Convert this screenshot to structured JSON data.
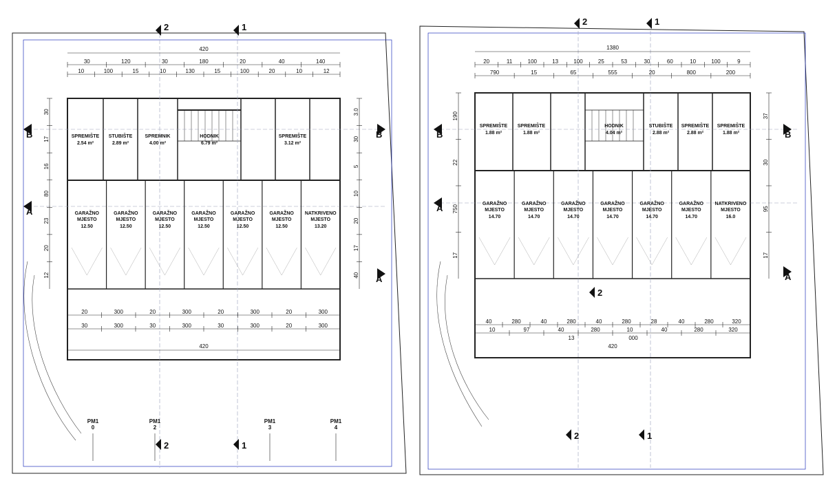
{
  "colors": {
    "line": "#222222",
    "blue": "#2233bb",
    "paper": "#ffffff",
    "grid": "#9aa0b8"
  },
  "left_plan": {
    "overall_width": "420",
    "dims_top_1": [
      "10",
      "100",
      "15",
      "10",
      "130",
      "15",
      "100",
      "20",
      "10",
      "12"
    ],
    "dims_top_2": [
      "30",
      "120",
      "30",
      "180",
      "20",
      "40",
      "140"
    ],
    "dims_left": [
      "30",
      "17",
      "16",
      "80",
      "23",
      "20",
      "12"
    ],
    "dims_right": [
      "3.0",
      "30",
      "5",
      "10",
      "20",
      "17",
      "40"
    ],
    "top_rooms": [
      {
        "name": "SPREMIŠTE",
        "area": "2.54 m²"
      },
      {
        "name": "STUBIŠTE",
        "area": "2.89 m²"
      },
      {
        "name": "SPREMNIK",
        "area": "4.00 m²"
      },
      {
        "name": "HODNIK",
        "area": "6.79 m²"
      },
      {
        "name": "SPREMIŠTE",
        "area": "3.12 m²"
      }
    ],
    "bays": [
      {
        "name": "GARAŽNO",
        "sub": "MJESTO",
        "area": "12.50"
      },
      {
        "name": "GARAŽNO",
        "sub": "MJESTO",
        "area": "12.50"
      },
      {
        "name": "GARAŽNO",
        "sub": "MJESTO",
        "area": "12.50"
      },
      {
        "name": "GARAŽNO",
        "sub": "MJESTO",
        "area": "12.50"
      },
      {
        "name": "GARAŽNO",
        "sub": "MJESTO",
        "area": "12.50"
      },
      {
        "name": "GARAŽNO",
        "sub": "MJESTO",
        "area": "12.50"
      },
      {
        "name": "NATKRIVENO",
        "sub": "MJESTO",
        "area": "13.20"
      }
    ],
    "dims_bottom_1": [
      "20",
      "300",
      "20",
      "300",
      "20",
      "300",
      "20",
      "300"
    ],
    "dims_bottom_2": [
      "30",
      "300",
      "30",
      "300",
      "30",
      "300",
      "20",
      "300"
    ],
    "bottom_total": "420",
    "pm_labels": [
      "PM1",
      "PM1",
      "PM1",
      "PM1"
    ],
    "pm_numbers": [
      "0",
      "2",
      "3",
      "4"
    ]
  },
  "right_plan": {
    "overall_width": "1380",
    "dims_top_1": [
      "20",
      "11",
      "100",
      "13",
      "100",
      "25",
      "53",
      "30",
      "60",
      "10",
      "100",
      "9"
    ],
    "dims_top_2": [
      "790",
      "15",
      "65",
      "555",
      "20",
      "800",
      "200"
    ],
    "top_rooms": [
      {
        "name": "SPREMIŠTE",
        "area": "1.88 m²"
      },
      {
        "name": "SPREMIŠTE",
        "area": "1.88 m²"
      },
      {
        "name": "HODNIK",
        "area": "4.04 m²"
      },
      {
        "name": "STUBIŠTE",
        "area": "2.88 m²"
      },
      {
        "name": "SPREMIŠTE",
        "area": "2.88 m²"
      },
      {
        "name": "SPREMIŠTE",
        "area": "1.88 m²"
      }
    ],
    "bays": [
      {
        "name": "GARAŽNO",
        "sub": "MJESTO",
        "area": "14.70"
      },
      {
        "name": "GARAŽNO",
        "sub": "MJESTO",
        "area": "14.70"
      },
      {
        "name": "GARAŽNO",
        "sub": "MJESTO",
        "area": "14.70"
      },
      {
        "name": "GARAŽNO",
        "sub": "MJESTO",
        "area": "14.70"
      },
      {
        "name": "GARAŽNO",
        "sub": "MJESTO",
        "area": "14.70"
      },
      {
        "name": "GARAŽNO",
        "sub": "MJESTO",
        "area": "14.70"
      },
      {
        "name": "NATKRIVENO",
        "sub": "MJESTO",
        "area": "16.0"
      }
    ],
    "dims_left": [
      "190",
      "22",
      "750",
      "17"
    ],
    "dims_right": [
      "37",
      "30",
      "95",
      "17"
    ],
    "dims_bottom_1": [
      "40",
      "280",
      "40",
      "280",
      "40",
      "280",
      "28",
      "40",
      "280",
      "320"
    ],
    "dims_bottom_2": [
      "10",
      "97",
      "40",
      "280",
      "10",
      "40",
      "280",
      "320"
    ],
    "bottom_total_1": "13",
    "bottom_total_2": "000",
    "bottom_total_3": "420"
  },
  "section_marks": {
    "b": "B",
    "a": "A",
    "two": "2",
    "one": "1"
  }
}
